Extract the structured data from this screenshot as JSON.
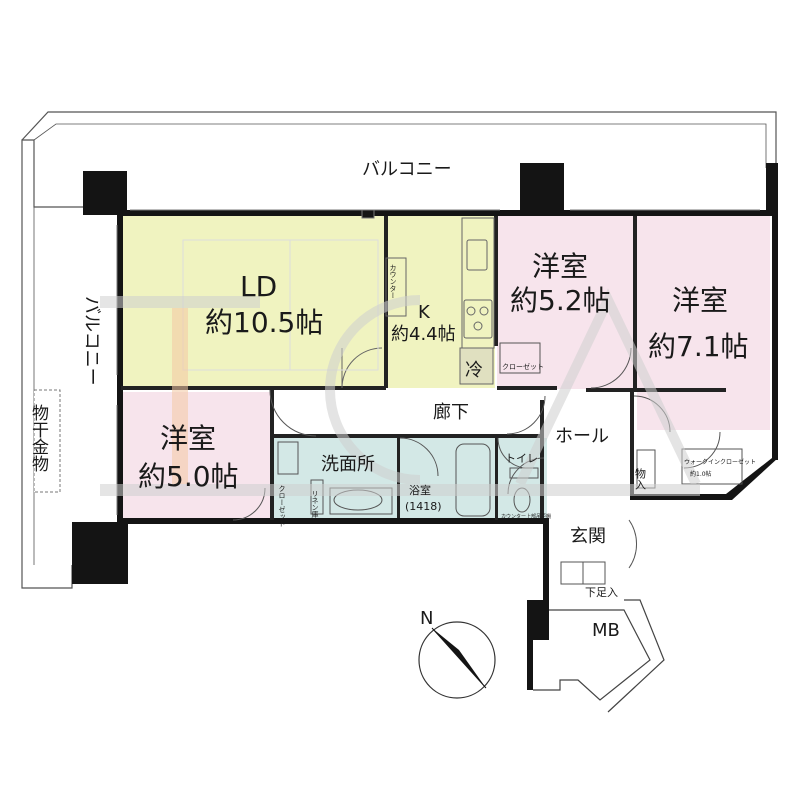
{
  "rooms": {
    "balcony_top": "バルコニー",
    "balcony_left": "バルコニー",
    "laundry_rack": "物干金物",
    "ld_name": "LD",
    "ld_size": "約10.5帖",
    "counter": "カウンター",
    "k_name": "K",
    "k_size": "約4.4帖",
    "fridge": "冷",
    "western_a_name": "洋室",
    "western_a_size": "約5.2帖",
    "closet_a": "クローゼット",
    "western_b_name": "洋室",
    "western_b_size": "約7.1帖",
    "western_c_name": "洋室",
    "western_c_size": "約5.0帖",
    "corridor": "廊下",
    "hall": "ホール",
    "washroom": "洗面所",
    "bath_name": "浴室",
    "bath_size": "(1418)",
    "toilet": "トイレ",
    "toilet_counter": "カウンター上部吊戸棚",
    "storage": "物入",
    "walkin_closet": "ウォークインクローゼット",
    "walkin_size": "約1.0帖",
    "entrance": "玄関",
    "shoe_storage": "下足入",
    "mb": "MB",
    "linen": "リネン庫",
    "closet_c": "クローゼット"
  },
  "compass": {
    "north": "N"
  },
  "colors": {
    "ld_fill": "#f0f3c0",
    "western_fill": "#f7e4ec",
    "wet_fill": "#d3e8e6",
    "wall": "#141414",
    "line": "#555555",
    "watermark": "#cfcfcf",
    "watermark_accent": "#f4c9a4"
  }
}
